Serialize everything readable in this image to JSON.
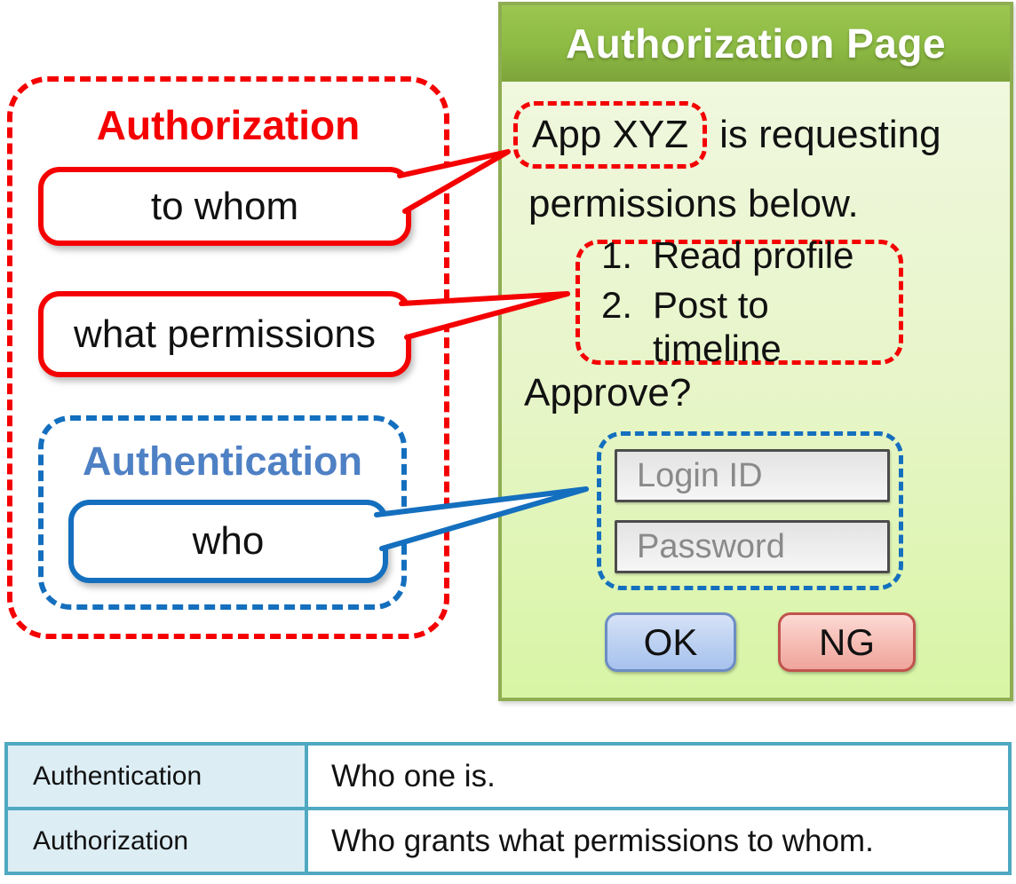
{
  "diagram": {
    "authorization_group": {
      "title": "Authorization",
      "callout_to_whom": "to whom",
      "callout_what_permissions": "what permissions"
    },
    "authentication_group": {
      "title": "Authentication",
      "callout_who": "who"
    }
  },
  "auth_page": {
    "title": "Authorization Page",
    "app_name": "App XYZ",
    "request_rest": "is requesting",
    "request_line2": "permissions below.",
    "permissions": [
      {
        "num": "1.",
        "label": "Read profile"
      },
      {
        "num": "2.",
        "label": "Post to timeline"
      }
    ],
    "approve_prompt": "Approve?",
    "login_id_placeholder": "Login ID",
    "password_placeholder": "Password",
    "ok_label": "OK",
    "ng_label": "NG"
  },
  "definition_table": {
    "rows": [
      {
        "term": "Authentication",
        "definition": "Who one is."
      },
      {
        "term": "Authorization",
        "definition": "Who grants what permissions to whom."
      }
    ]
  },
  "colors": {
    "authorization_red": "#f50000",
    "authentication_blue": "#146fbe",
    "authentication_label_blue": "#4e80c4",
    "header_green": "#8cba43",
    "panel_border_green": "#8fad52",
    "panel_body_green": "#d8f5a5",
    "table_border_teal": "#4fa9c1",
    "table_term_bg": "#dcedf4",
    "ok_button_blue": "#a8c2ee",
    "ng_button_red": "#efa49b"
  }
}
